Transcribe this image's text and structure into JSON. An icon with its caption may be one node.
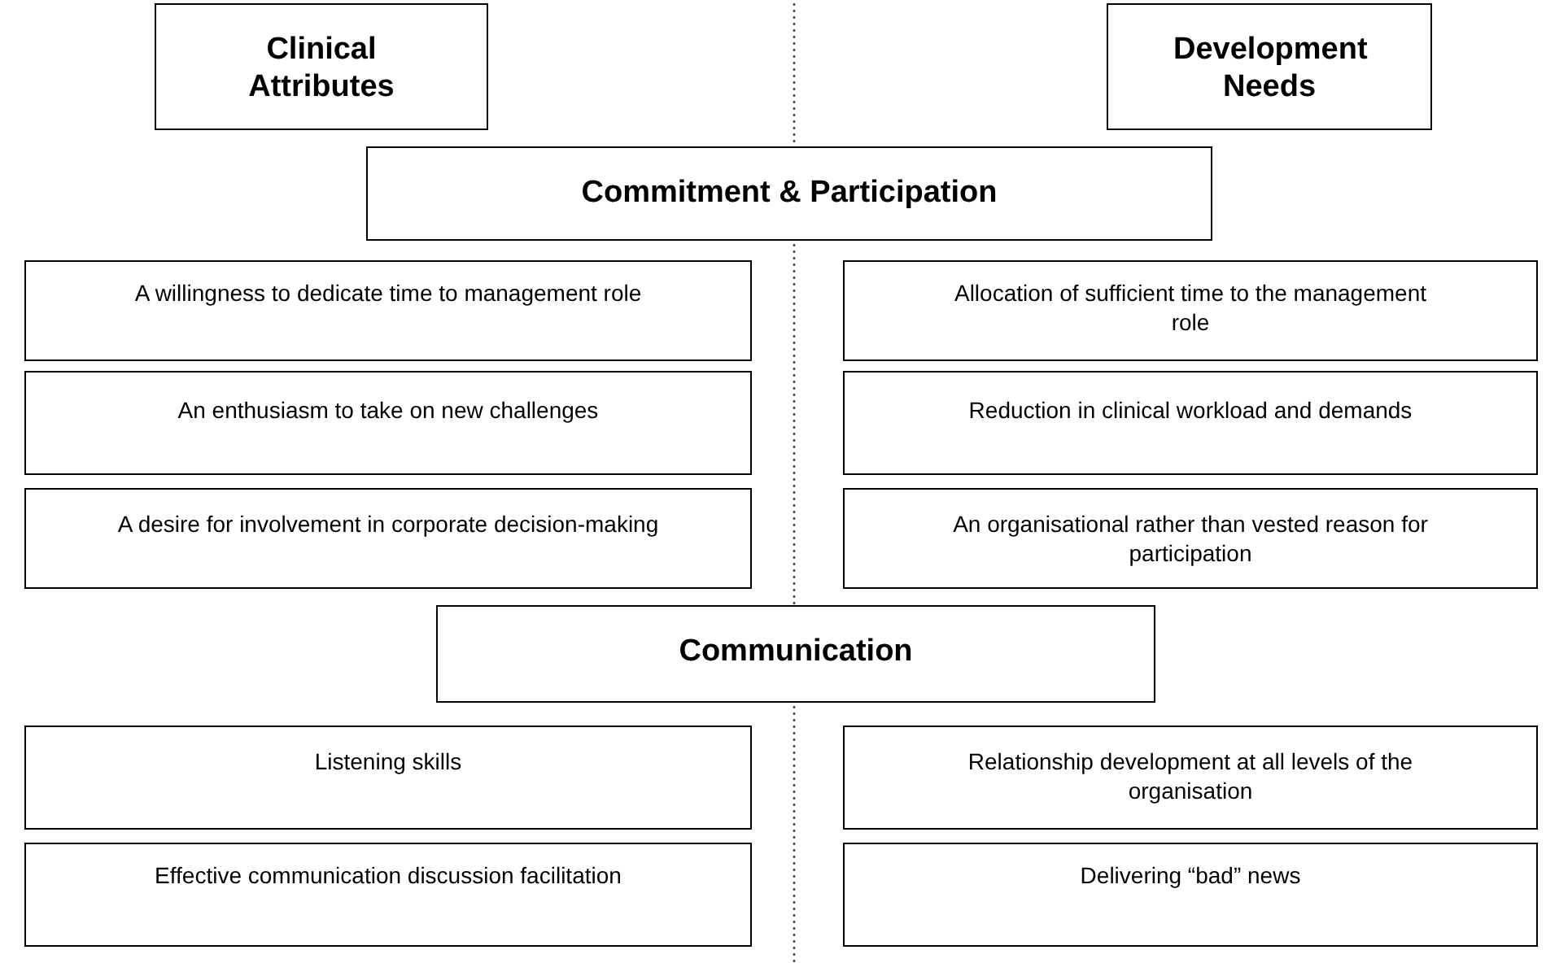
{
  "diagram": {
    "nodes": [
      {
        "text": [
          "Clinical Attributes"
        ]
      },
      {
        "text": [
          "Development Needs"
        ]
      },
      {
        "text": [
          "Commitment & Participation"
        ]
      },
      {
        "text": [
          "A willingness to dedicate time to management role"
        ]
      },
      {
        "text": [
          "Allocation of sufficient time to the management role"
        ]
      },
      {
        "text": [
          "An enthusiasm to take on new challenges"
        ]
      },
      {
        "text": [
          "Reduction in clinical workload and demands"
        ]
      },
      {
        "text": [
          "A desire for involvement in corporate decision-making"
        ]
      },
      {
        "text": [
          "An organisational rather than vested reason for participation"
        ]
      },
      {
        "text": [
          "Communication"
        ]
      },
      {
        "text": [
          "Listening skills"
        ]
      },
      {
        "text": [
          "Relationship development at all levels of the organisation"
        ]
      },
      {
        "text": [
          "Effective communication discussion facilitation"
        ]
      },
      {
        "text": [
          "Delivering “bad” news"
        ]
      }
    ]
  }
}
